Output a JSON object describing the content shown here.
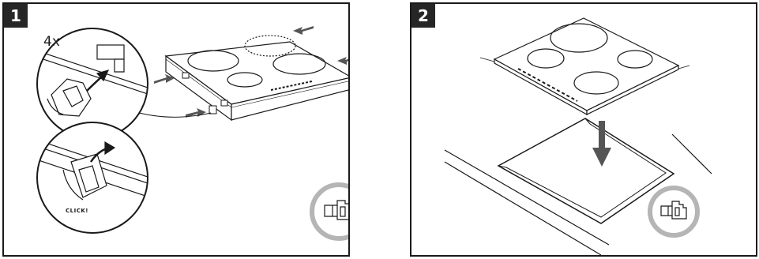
{
  "steps": [
    {
      "number": "1",
      "multiplier": "4x",
      "click_text": "CLICK!",
      "glove_icon": "protective-glove-icon"
    },
    {
      "number": "2",
      "glove_icon": "protective-glove-icon"
    }
  ],
  "colors": {
    "line": "#1a1a1a",
    "badge": "#262626",
    "glove_circle": "#b5b5b5",
    "arrow": "#555555"
  }
}
